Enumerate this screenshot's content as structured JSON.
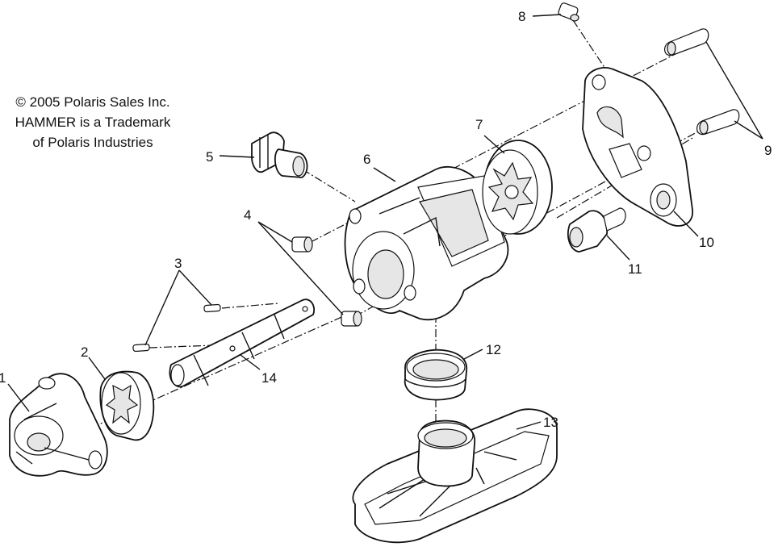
{
  "copyright": {
    "line1": "© 2005 Polaris Sales Inc.",
    "line2": "HAMMER is a Trademark",
    "line3": "of Polaris Industries"
  },
  "callouts": {
    "c1": "1",
    "c2": "2",
    "c3": "3",
    "c4": "4",
    "c5": "5",
    "c6": "6",
    "c7": "7",
    "c8": "8",
    "c9": "9",
    "c10": "10",
    "c11": "11",
    "c12": "12",
    "c13": "13",
    "c14": "14"
  }
}
